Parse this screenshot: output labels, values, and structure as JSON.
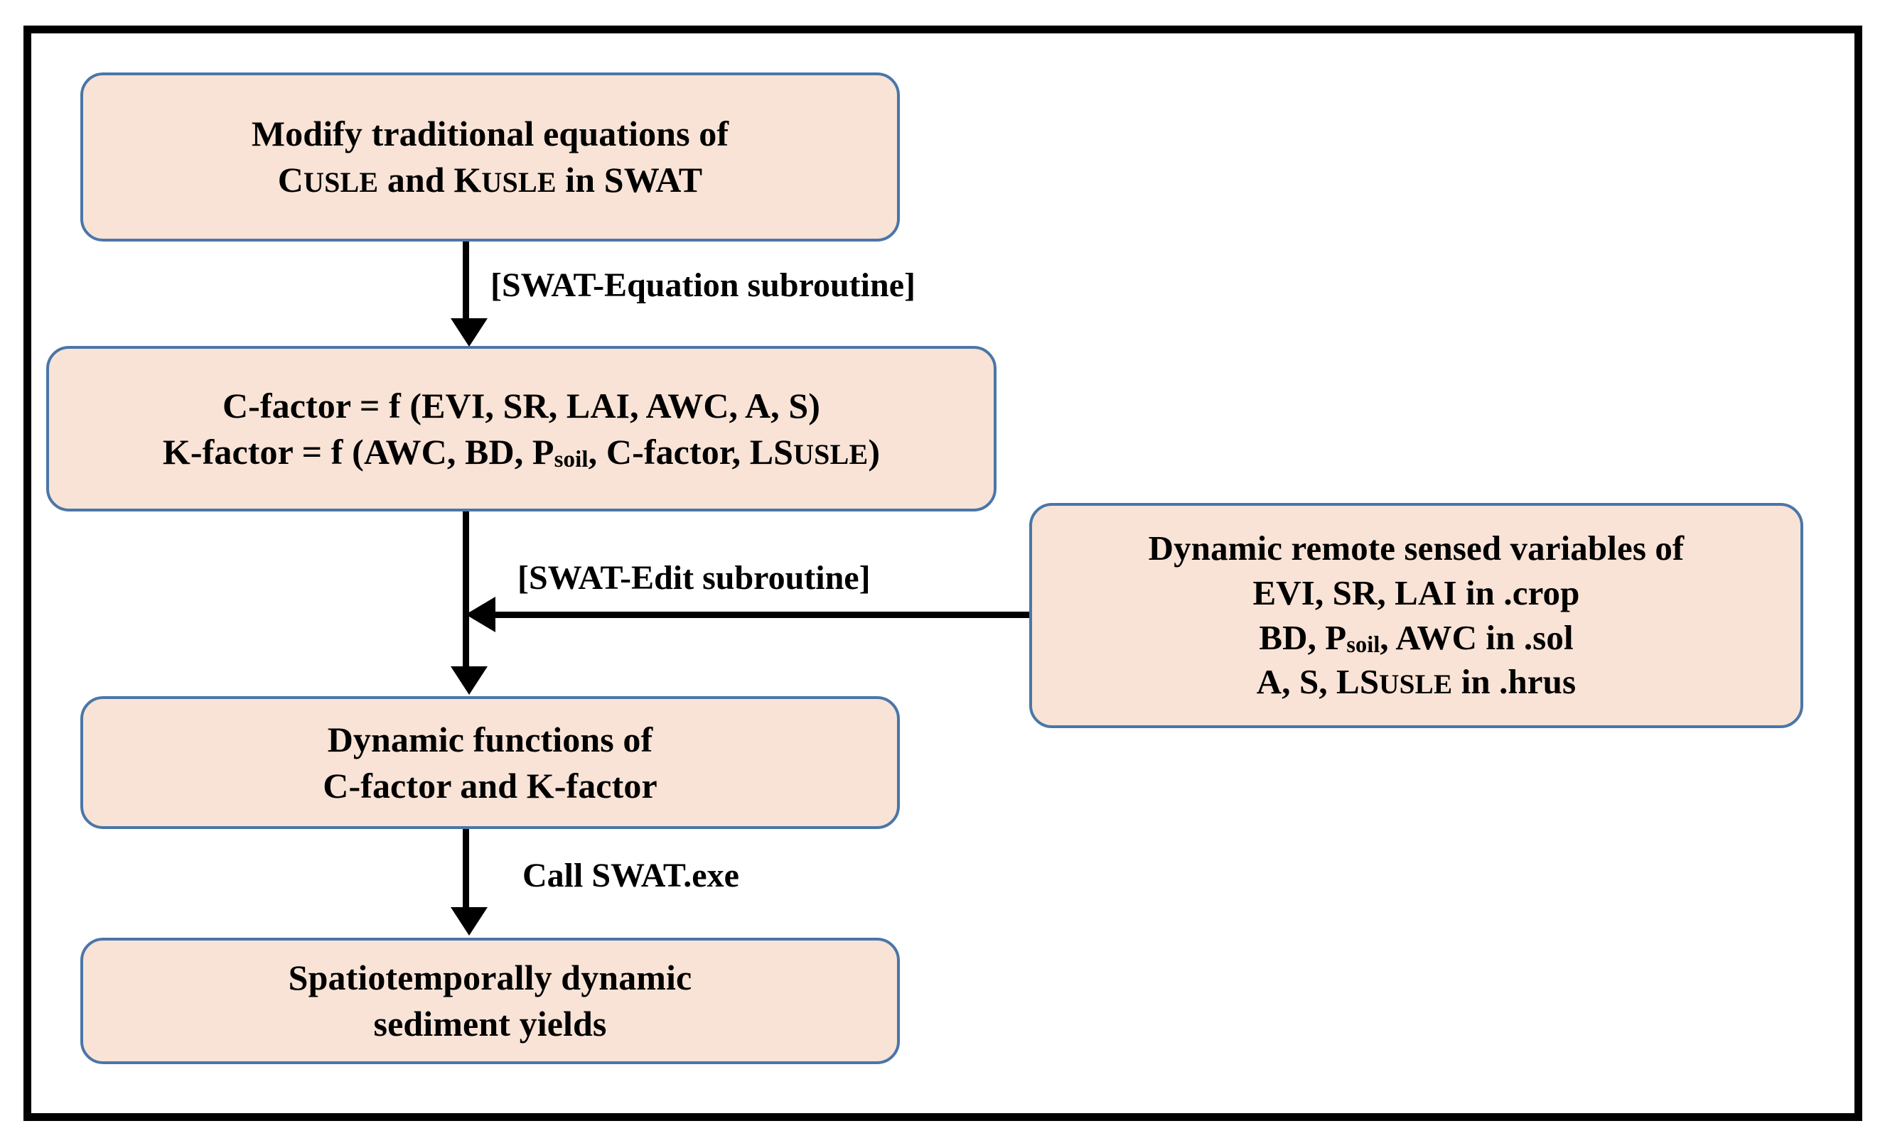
{
  "diagram": {
    "title_present": false,
    "colors": {
      "node_fill": "#F8E3D6",
      "node_border": "#4A76A8",
      "frame": "#000000",
      "connector": "#000000",
      "text": "#000000",
      "background": "#FFFFFF"
    },
    "nodes": [
      {
        "id": "modify-equations",
        "lines": [
          {
            "pre": "Modify traditional equations of",
            "sc": "",
            "post": ""
          },
          {
            "pre": "C",
            "sc": "USLE",
            "mid": " and K",
            "sc2": "USLE",
            "post": " in SWAT"
          }
        ],
        "line1": "Modify traditional equations of",
        "line2_a": "C",
        "line2_sc1": "USLE",
        "line2_b": " and K",
        "line2_sc2": "USLE",
        "line2_c": " in SWAT"
      },
      {
        "id": "factor-equations",
        "line1": "C-factor = f (EVI, SR, LAI, AWC, A, S)",
        "line2_a": "K-factor = f (AWC, BD, P",
        "line2_sub": "soil",
        "line2_b": ", C-factor, LS",
        "line2_sc": "USLE",
        "line2_c": ")"
      },
      {
        "id": "dynamic-functions",
        "line1": "Dynamic functions of",
        "line2": "C-factor and K-factor"
      },
      {
        "id": "sediment-yields",
        "line1": "Spatiotemporally dynamic",
        "line2": "sediment yields"
      },
      {
        "id": "remote-variables",
        "line1": "Dynamic remote sensed variables of",
        "line2": "EVI, SR, LAI in .crop",
        "line3_a": "BD, P",
        "line3_sub": "soil",
        "line3_b": ", AWC in .sol",
        "line4_a": "A, S, LS",
        "line4_sc": "USLE",
        "line4_b": " in .hrus"
      }
    ],
    "edge_labels": {
      "swat_equation": "[SWAT-Equation subroutine]",
      "swat_edit": "[SWAT-Edit subroutine]",
      "call_swat": "Call SWAT.exe"
    }
  },
  "chart_data": {
    "type": "diagram",
    "flow": "top-down with one lateral input",
    "steps": [
      "Modify traditional equations of CUSLE and KUSLE in SWAT",
      "C-factor = f (EVI, SR, LAI, AWC, A, S); K-factor = f (AWC, BD, Psoil, C-factor, LSUSLE)",
      "Dynamic functions of C-factor and K-factor",
      "Spatiotemporally dynamic sediment yields"
    ],
    "transitions": [
      "[SWAT-Equation subroutine]",
      "[SWAT-Edit subroutine]",
      "Call SWAT.exe"
    ],
    "lateral_input": "Dynamic remote sensed variables of EVI, SR, LAI in .crop; BD, Psoil, AWC in .sol; A, S, LSUSLE in .hrus"
  }
}
